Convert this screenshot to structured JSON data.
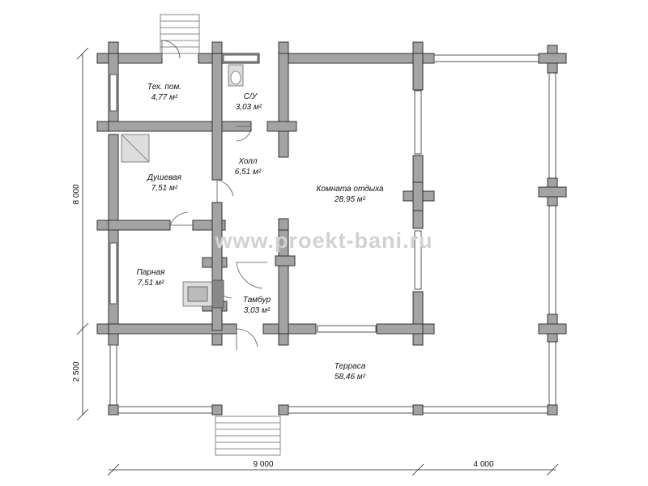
{
  "watermark": "www.proekt-bani.ru",
  "rooms": [
    {
      "name": "Тех. пом.",
      "area": "4,77 м²"
    },
    {
      "name": "С/У",
      "area": "3,03 м²"
    },
    {
      "name": "Холл",
      "area": "6,51 м²"
    },
    {
      "name": "Душевая",
      "area": "7,51 м²"
    },
    {
      "name": "Комната отдыха",
      "area": "28,95 м²"
    },
    {
      "name": "Парная",
      "area": "7,51 м²"
    },
    {
      "name": "Тамбур",
      "area": "3,03 м²"
    },
    {
      "name": "Терраса",
      "area": "58,46 м²"
    }
  ],
  "dimensions": {
    "left_total": "8 000",
    "left_terrace": "2 500",
    "bottom_main": "9 000",
    "bottom_side": "4 000"
  },
  "colors": {
    "wall": "#a3a3a3",
    "outline": "#333333",
    "watermark": "#d2d2d2"
  }
}
